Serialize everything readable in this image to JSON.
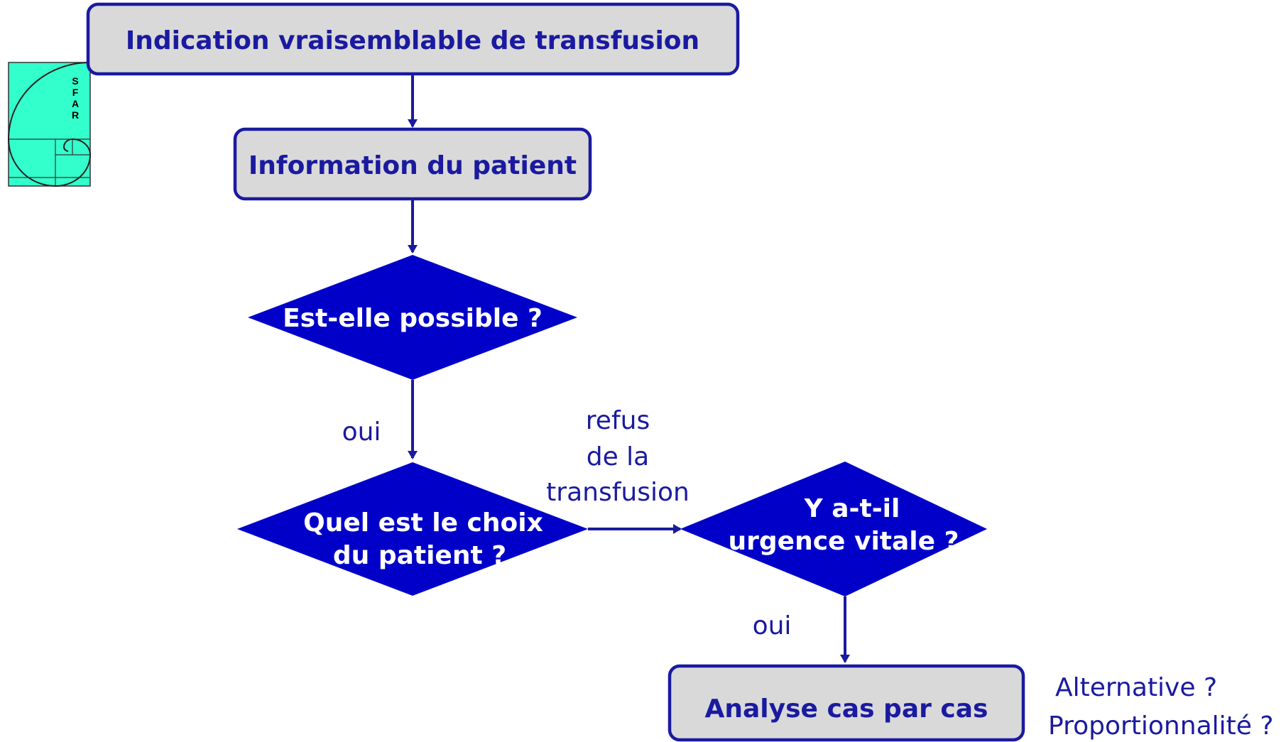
{
  "colors": {
    "box_fill": "#d9d9d9",
    "box_border": "#1a1aa0",
    "diamond_fill": "#0000c8",
    "arrow": "#1a1aa0",
    "text_dark": "#1a1aa0",
    "text_light": "#ffffff",
    "logo_fill": "#33ffcc"
  },
  "logo": {
    "letters": [
      "S",
      "F",
      "A",
      "R"
    ]
  },
  "nodes": {
    "indication": "Indication vraisemblable de transfusion",
    "information": "Information du patient",
    "possible": "Est-elle possible ?",
    "choix_line1": "Quel est le choix",
    "choix_line2": "du patient ?",
    "urgence_line1": "Y a-t-il",
    "urgence_line2": "urgence vitale ?",
    "analyse": "Analyse cas par cas"
  },
  "edge_labels": {
    "oui_1": "oui",
    "refus_line1": "refus",
    "refus_line2": "de la",
    "refus_line3": "transfusion",
    "oui_2": "oui"
  },
  "notes": {
    "alternative": "Alternative ?",
    "proportionnalite": "Proportionnalité ?"
  }
}
